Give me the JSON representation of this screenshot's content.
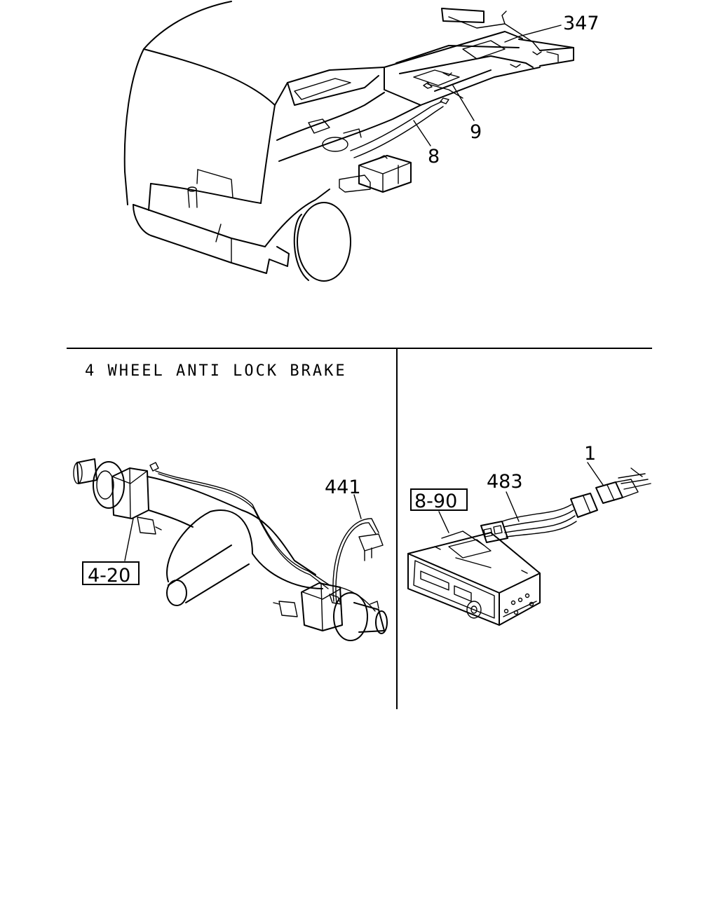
{
  "callouts": {
    "wiring_frame": "347",
    "harness_rear": "9",
    "harness_main": "8",
    "abs_sensor_harness": "441",
    "radio_connector": "1",
    "radio_harness": "483"
  },
  "refs": {
    "rear_axle": "4-20",
    "radio_unit": "8-90"
  },
  "sections": {
    "abs_title": "4 WHEEL ANTI LOCK BRAKE"
  }
}
